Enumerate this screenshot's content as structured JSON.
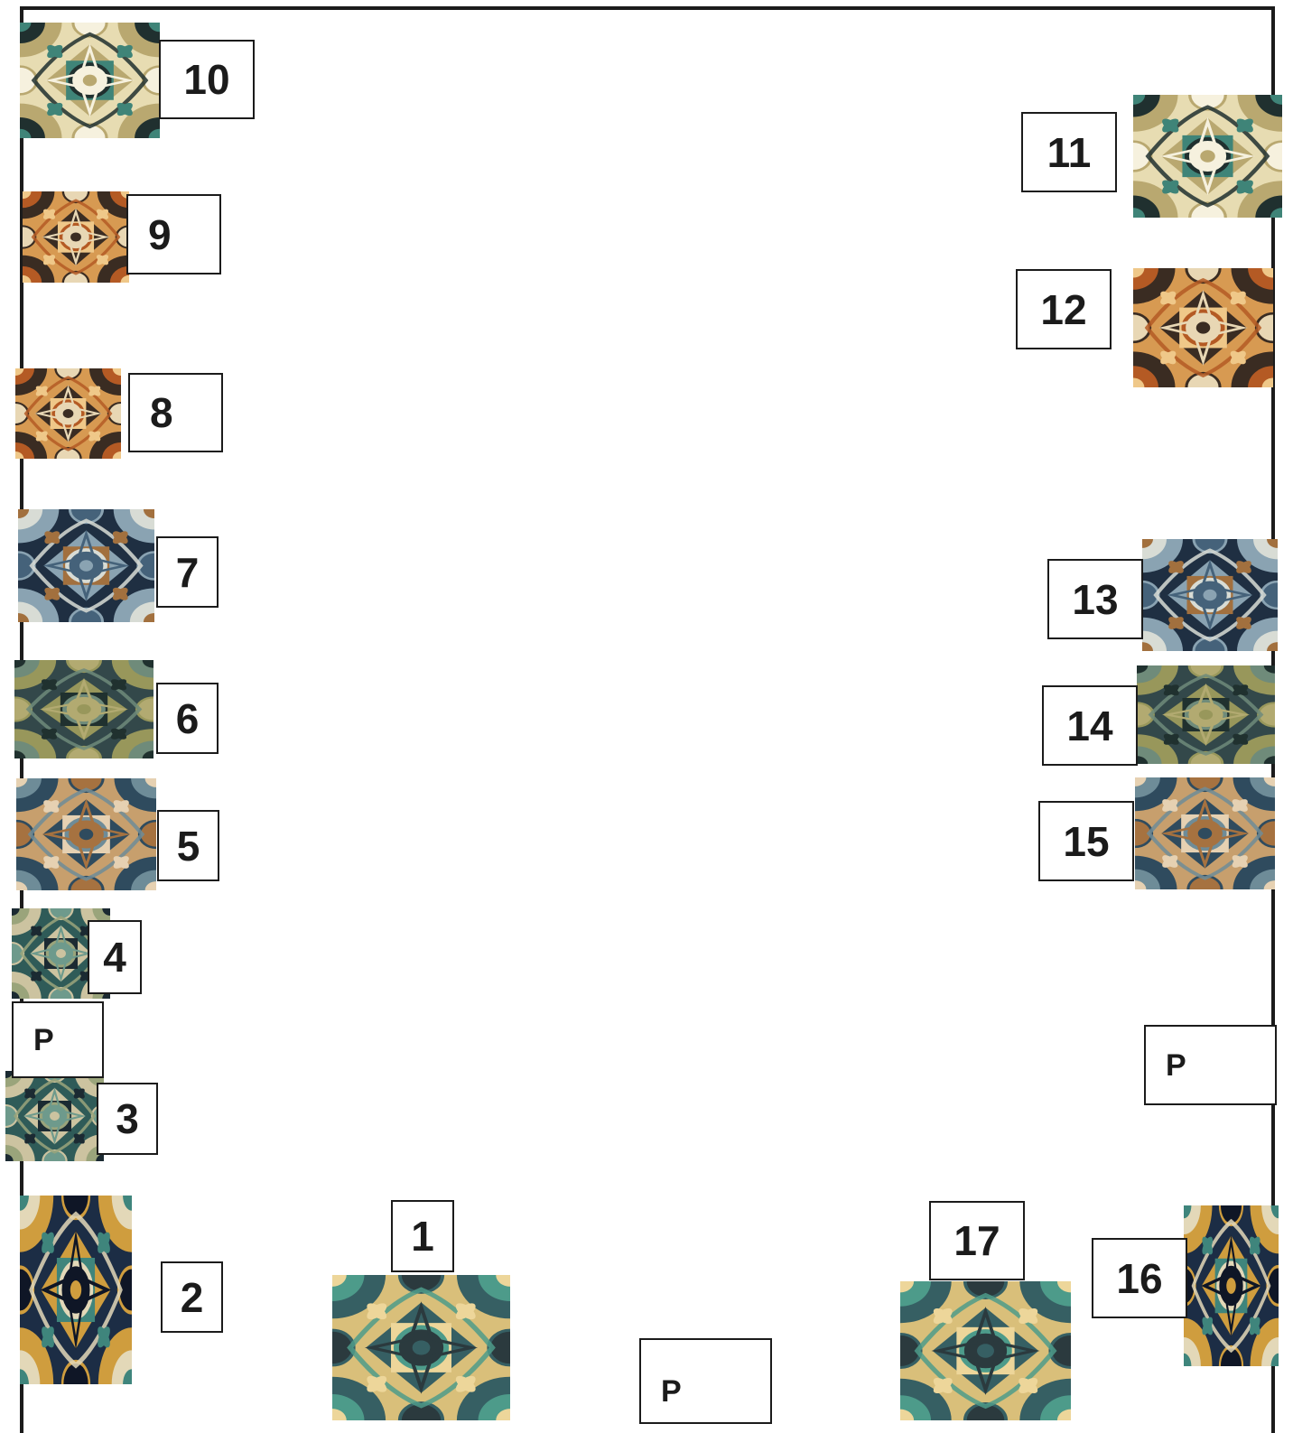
{
  "diagram": {
    "tile_palettes": {
      "cream": [
        "#e7dcb2",
        "#b9a870",
        "#3f8478",
        "#20302f",
        "#f6f1de"
      ],
      "amber": [
        "#d79a52",
        "#3a2c22",
        "#efc889",
        "#b45a24",
        "#e8d7b4"
      ],
      "indigo": [
        "#1f2f42",
        "#8aa3b2",
        "#a2703e",
        "#d8dcd5",
        "#45627a"
      ],
      "teal": [
        "#33484a",
        "#98975b",
        "#20312f",
        "#6f8b7a",
        "#b2aa71"
      ],
      "sand": [
        "#c79f6d",
        "#2f4b5e",
        "#e6d1b2",
        "#6e8c98",
        "#a67240"
      ],
      "green": [
        "#2f5b58",
        "#ccc3a0",
        "#1b2a32",
        "#9aa47b",
        "#6e9a8c"
      ],
      "navy": [
        "#1c2d45",
        "#cf9d3e",
        "#3f857c",
        "#e3d8b8",
        "#0f1626"
      ],
      "gold": [
        "#d9bf7a",
        "#365f63",
        "#edd69a",
        "#4d9b8a",
        "#2b3a3e"
      ]
    },
    "tiles": [
      {
        "id": "1",
        "palette": "gold"
      },
      {
        "id": "2",
        "palette": "navy"
      },
      {
        "id": "3",
        "palette": "green"
      },
      {
        "id": "4",
        "palette": "green"
      },
      {
        "id": "5",
        "palette": "sand"
      },
      {
        "id": "6",
        "palette": "teal"
      },
      {
        "id": "7",
        "palette": "indigo"
      },
      {
        "id": "8",
        "palette": "amber"
      },
      {
        "id": "9",
        "palette": "amber"
      },
      {
        "id": "10",
        "palette": "cream"
      },
      {
        "id": "11",
        "palette": "cream"
      },
      {
        "id": "12",
        "palette": "amber"
      },
      {
        "id": "13",
        "palette": "indigo"
      },
      {
        "id": "14",
        "palette": "teal"
      },
      {
        "id": "15",
        "palette": "sand"
      },
      {
        "id": "16",
        "palette": "navy"
      },
      {
        "id": "17",
        "palette": "gold"
      }
    ],
    "labels": {
      "n1": "1",
      "n2": "2",
      "n3": "3",
      "n4": "4",
      "n5": "5",
      "n6": "6",
      "n7": "7",
      "n8": "8",
      "n9": "9",
      "n10": "10",
      "n11": "11",
      "n12": "12",
      "n13": "13",
      "n14": "14",
      "n15": "15",
      "n16": "16",
      "n17": "17",
      "pillar": "P"
    }
  }
}
